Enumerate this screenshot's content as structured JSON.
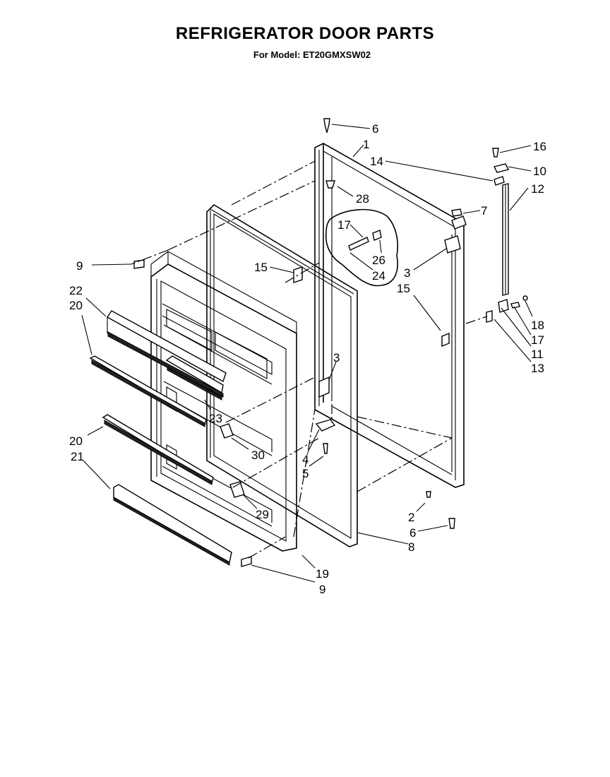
{
  "header": {
    "title": "REFRIGERATOR DOOR PARTS",
    "subtitle": "For Model: ET20GMXSW02"
  },
  "callouts": [
    {
      "id": "c6a",
      "text": "6"
    },
    {
      "id": "c1",
      "text": "1"
    },
    {
      "id": "c14",
      "text": "14"
    },
    {
      "id": "c16",
      "text": "16"
    },
    {
      "id": "c10",
      "text": "10"
    },
    {
      "id": "c12",
      "text": "12"
    },
    {
      "id": "c28",
      "text": "28"
    },
    {
      "id": "c7",
      "text": "7"
    },
    {
      "id": "c17a",
      "text": "17"
    },
    {
      "id": "c26",
      "text": "26"
    },
    {
      "id": "c24",
      "text": "24"
    },
    {
      "id": "c3a",
      "text": "3"
    },
    {
      "id": "c15a",
      "text": "15"
    },
    {
      "id": "c15b",
      "text": "15"
    },
    {
      "id": "c9a",
      "text": "9"
    },
    {
      "id": "c22",
      "text": "22"
    },
    {
      "id": "c20a",
      "text": "20"
    },
    {
      "id": "c18",
      "text": "18"
    },
    {
      "id": "c17b",
      "text": "17"
    },
    {
      "id": "c11",
      "text": "11"
    },
    {
      "id": "c13",
      "text": "13"
    },
    {
      "id": "c3b",
      "text": "3"
    },
    {
      "id": "c23",
      "text": "23"
    },
    {
      "id": "c30",
      "text": "30"
    },
    {
      "id": "c4",
      "text": "4"
    },
    {
      "id": "c5",
      "text": "5"
    },
    {
      "id": "c20b",
      "text": "20"
    },
    {
      "id": "c21",
      "text": "21"
    },
    {
      "id": "c29",
      "text": "29"
    },
    {
      "id": "c2",
      "text": "2"
    },
    {
      "id": "c6b",
      "text": "6"
    },
    {
      "id": "c8",
      "text": "8"
    },
    {
      "id": "c19",
      "text": "19"
    },
    {
      "id": "c9b",
      "text": "9"
    }
  ]
}
